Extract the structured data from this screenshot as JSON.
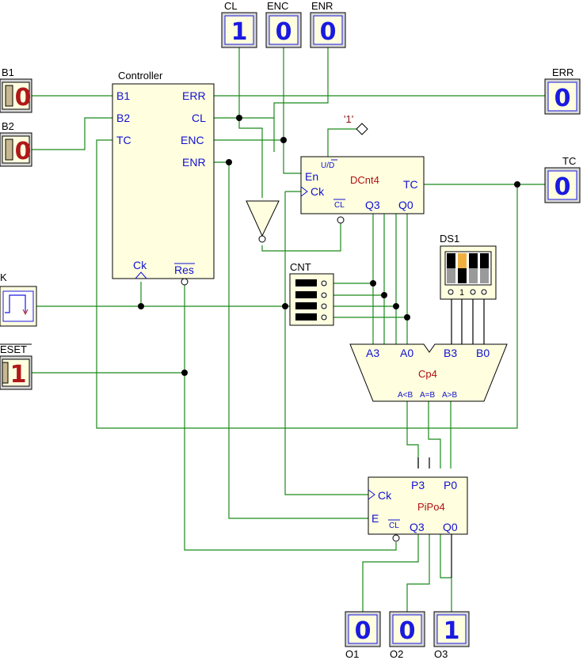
{
  "components": {
    "controller": {
      "title": "Controller",
      "pins_left": [
        "B1",
        "B2",
        "TC"
      ],
      "pins_right": [
        "ERR",
        "CL",
        "ENC",
        "ENR"
      ],
      "pin_ck": "Ck",
      "pin_res": "Res"
    },
    "counter": {
      "name": "DCnt4",
      "pin_ud": "U/D",
      "pin_en": "En",
      "pin_ck": "Ck",
      "pin_cl": "CL",
      "pin_tc": "TC",
      "pin_q3": "Q3",
      "pin_q0": "Q0"
    },
    "comparator": {
      "name": "Cp4",
      "pin_a3": "A3",
      "pin_a0": "A0",
      "pin_b3": "B3",
      "pin_b0": "B0",
      "pin_lt": "A<B",
      "pin_eq": "A=B",
      "pin_gt": "A>B"
    },
    "register": {
      "name": "PiPo4",
      "pin_p3": "P3",
      "pin_p0": "P0",
      "pin_ck": "Ck",
      "pin_e": "E",
      "pin_cl": "CL",
      "pin_q3": "Q3",
      "pin_q0": "Q0"
    },
    "cnt_display": {
      "title": "CNT"
    },
    "dip_switch": {
      "title": "DS1",
      "labels": [
        "0",
        "1",
        "0",
        "0"
      ]
    },
    "constant": {
      "label": "'1'"
    }
  },
  "inputs": {
    "b1": {
      "label": "B1",
      "value": "0"
    },
    "b2": {
      "label": "B2",
      "value": "0"
    },
    "clock": {
      "label": "K"
    },
    "reset": {
      "label": "ESET",
      "value": "1"
    }
  },
  "displays": {
    "cl": {
      "label": "CL",
      "value": "1"
    },
    "enc": {
      "label": "ENC",
      "value": "0"
    },
    "enr": {
      "label": "ENR",
      "value": "0"
    },
    "err": {
      "label": "ERR",
      "value": "0"
    },
    "tc": {
      "label": "TC",
      "value": "0"
    },
    "o1": {
      "label": "O1",
      "value": "0"
    },
    "o2": {
      "label": "O2",
      "value": "0"
    },
    "o3": {
      "label": "O3",
      "value": "1"
    }
  },
  "colors": {
    "wire": "#1a8a1a",
    "pin_label": "#1010d0",
    "device_name": "#b01010",
    "component_fill": "#ffffe0",
    "display_digit": "#1a1ae0",
    "input_digit": "#b01818"
  }
}
